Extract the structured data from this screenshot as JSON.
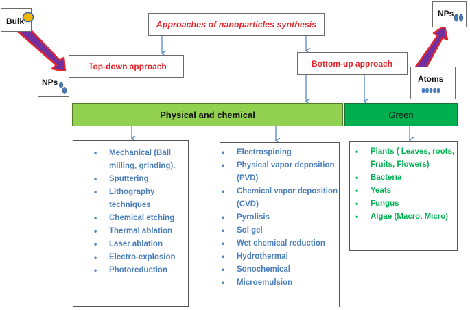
{
  "title": "Approaches of nanoparticles synthesis",
  "top_down": "Top-down approach",
  "bottom_up": "Bottom-up approach",
  "bulk": "Bulk",
  "nps_left": "NPs",
  "nps_right": "NPs",
  "atoms": "Atoms",
  "physical_chemical": "Physical and chemical",
  "green": "Green",
  "list_physical": [
    "Mechanical (Ball milling, grinding).",
    "Sputtering",
    "Lithography techniques",
    "Chemical etching",
    "Thermal ablation",
    "Laser ablation",
    "Electro-explosion",
    "Photoreduction"
  ],
  "list_chemical": [
    "Electrospining",
    "Physical vapor deposition (PVD)",
    "Chemical vapor deposition (CVD)",
    "Pyrolisis",
    "Sol gel",
    "Wet chemical reduction",
    "Hydrothermal",
    "Sonochemical",
    "Microemulsion"
  ],
  "list_green": [
    "Plants ( Leaves, roots, Fruits, Flowers)",
    "Bacteria",
    "Yeats",
    "Fungus",
    "Algae  (Macro, Micro)"
  ],
  "colors": {
    "red_text": "#e3262b",
    "blue_text": "#4a7ebb",
    "green_text": "#00b050",
    "physical_fill": "#92d050",
    "green_fill": "#00b050",
    "arrow_fill": "#7030a0",
    "arrow_edge": "#e3262b",
    "connector": "#4a7ebb"
  }
}
